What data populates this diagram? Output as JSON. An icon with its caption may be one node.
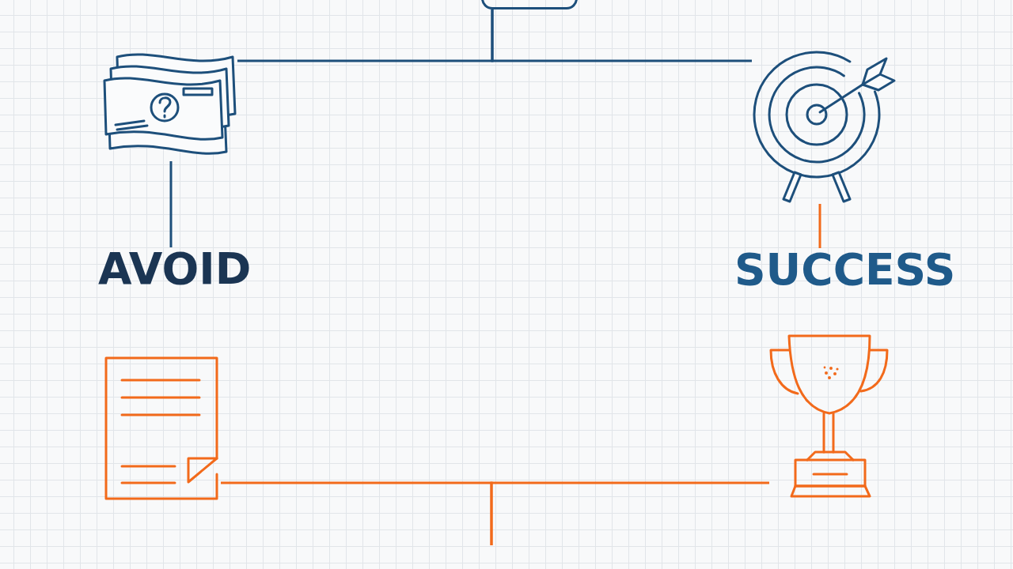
{
  "diagram": {
    "nodes": [
      {
        "text": [],
        "shape": "box"
      },
      {
        "text": [],
        "shape": "picture"
      },
      {
        "text": [],
        "shape": "picture"
      },
      {
        "text": [
          "AVOID"
        ]
      },
      {
        "text": [
          "SUCCESS"
        ]
      },
      {
        "text": [],
        "shape": "picture"
      },
      {
        "text": [],
        "shape": "picture"
      }
    ],
    "edges": [
      {
        "from": 0,
        "to": 1,
        "arrow": "none",
        "color": "#1d4f7b"
      },
      {
        "from": 0,
        "to": 2,
        "arrow": "none",
        "color": "#1d4f7b"
      },
      {
        "from": 1,
        "to": 3,
        "arrow": "none",
        "color": "#1d4f7b"
      },
      {
        "from": 2,
        "to": 4,
        "arrow": "none",
        "color": "#f26a1b"
      },
      {
        "from": null,
        "to": 5,
        "arrow": "none",
        "color": "#f26a1b"
      },
      {
        "from": null,
        "to": 6,
        "arrow": "none",
        "color": "#f26a1b"
      }
    ]
  }
}
